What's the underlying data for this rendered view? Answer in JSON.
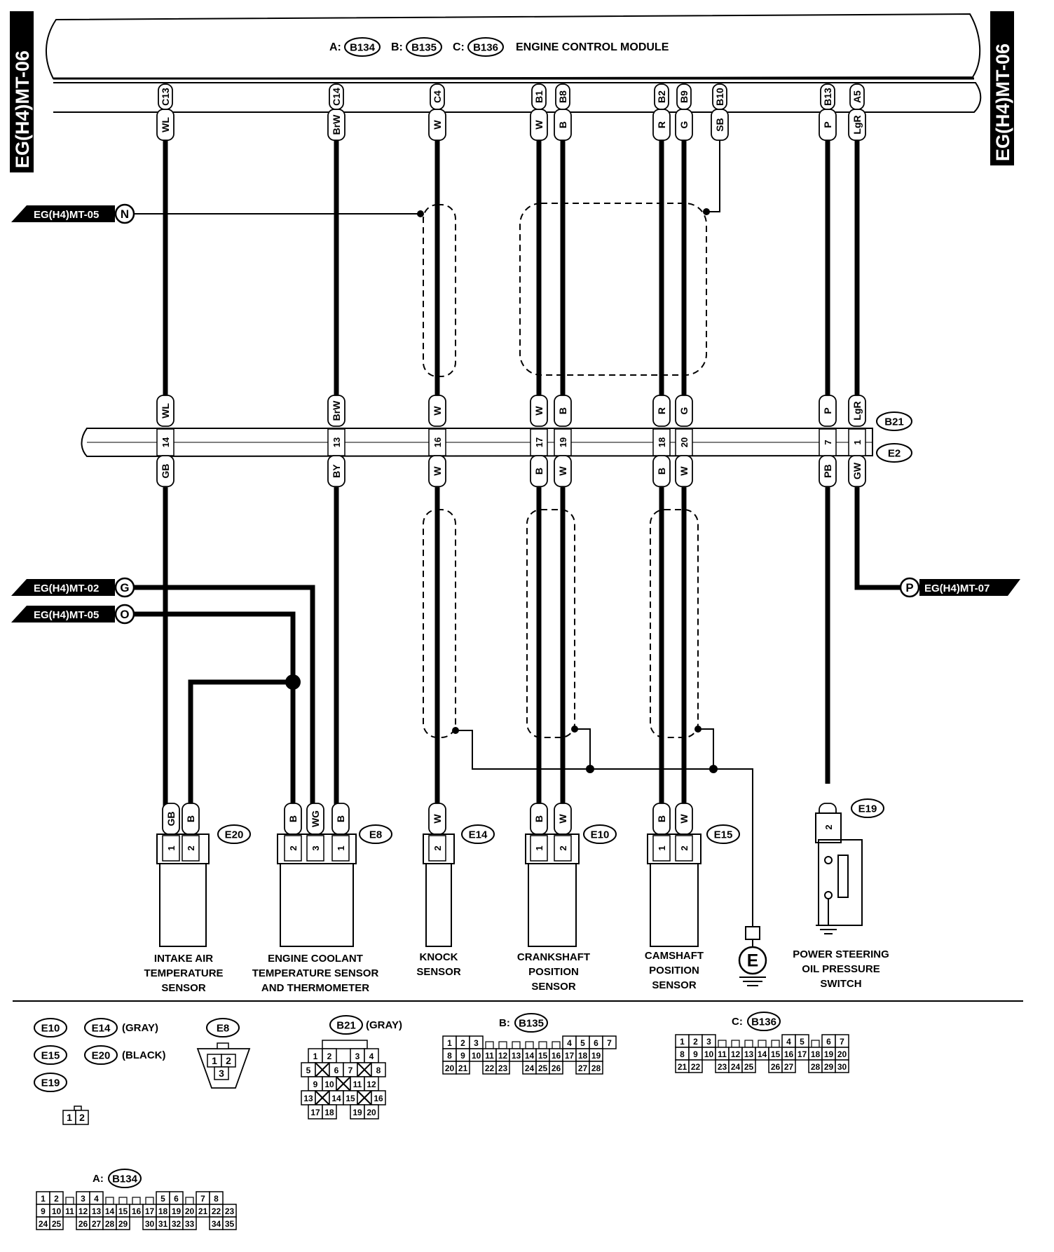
{
  "page_ids": {
    "left": "EG(H4)MT-06",
    "right": "EG(H4)MT-06"
  },
  "ecm": {
    "label": "ENGINE CONTROL MODULE",
    "connectors": [
      {
        "prefix": "A:",
        "id": "B134"
      },
      {
        "prefix": "B:",
        "id": "B135"
      },
      {
        "prefix": "C:",
        "id": "B136"
      }
    ]
  },
  "ecm_pins": [
    "C13",
    "C14",
    "C4",
    "B1",
    "B8",
    "B2",
    "B9",
    "B10",
    "B13",
    "A5"
  ],
  "upper_wire_colors": [
    "WL",
    "BrW",
    "W",
    "W",
    "B",
    "R",
    "G",
    "SB",
    "P",
    "LgR"
  ],
  "mid_upper_colors": [
    "WL",
    "BrW",
    "W",
    "W",
    "B",
    "R",
    "G",
    "P",
    "LgR"
  ],
  "mid_pins": [
    "14",
    "13",
    "16",
    "17",
    "19",
    "18",
    "20",
    "7",
    "1"
  ],
  "mid_lower_colors": [
    "GB",
    "BY",
    "W",
    "B",
    "W",
    "B",
    "W",
    "PB",
    "GW"
  ],
  "mid_connectors": [
    "B21",
    "E2"
  ],
  "page_refs": [
    {
      "text": "EG(H4)MT-05",
      "symbol": "N"
    },
    {
      "text": "EG(H4)MT-02",
      "symbol": "G"
    },
    {
      "text": "EG(H4)MT-05",
      "symbol": "O"
    },
    {
      "text": "EG(H4)MT-07",
      "symbol": "P"
    }
  ],
  "components": [
    {
      "connector": "E20",
      "wires": [
        "GB",
        "B"
      ],
      "pins": [
        "1",
        "2"
      ],
      "name": [
        "INTAKE AIR",
        "TEMPERATURE",
        "SENSOR"
      ]
    },
    {
      "connector": "E8",
      "wires": [
        "B",
        "WG",
        "B"
      ],
      "pins": [
        "2",
        "3",
        "1"
      ],
      "name": [
        "ENGINE COOLANT",
        "TEMPERATURE SENSOR",
        "AND THERMOMETER"
      ]
    },
    {
      "connector": "E14",
      "wires": [
        "W"
      ],
      "pins": [
        "2"
      ],
      "name": [
        "KNOCK",
        "SENSOR"
      ]
    },
    {
      "connector": "E10",
      "wires": [
        "B",
        "W"
      ],
      "pins": [
        "1",
        "2"
      ],
      "name": [
        "CRANKSHAFT",
        "POSITION",
        "SENSOR"
      ]
    },
    {
      "connector": "E15",
      "wires": [
        "B",
        "W"
      ],
      "pins": [
        "1",
        "2"
      ],
      "name": [
        "CAMSHAFT",
        "POSITION",
        "SENSOR"
      ]
    },
    {
      "connector": "E19",
      "wires": [
        "PB"
      ],
      "pins": [
        "2"
      ],
      "name": [
        "POWER STEERING",
        "OIL PRESSURE",
        "SWITCH"
      ]
    }
  ],
  "ground_symbol": "E",
  "legend": {
    "small_conn": {
      "ids": [
        "E10",
        "E14",
        "E15",
        "E20",
        "E19"
      ],
      "notes": {
        "E14": "(GRAY)",
        "E20": "(BLACK)"
      },
      "pins": [
        "1",
        "2"
      ]
    },
    "e8": {
      "id": "E8",
      "pins": [
        "1",
        "2",
        "3"
      ]
    },
    "b21": {
      "id": "B21",
      "note": "(GRAY)",
      "pins": [
        "1",
        "2",
        "3",
        "4",
        "5",
        "6",
        "7",
        "8",
        "9",
        "10",
        "11",
        "12",
        "13",
        "14",
        "15",
        "16",
        "17",
        "18",
        "19",
        "20"
      ]
    },
    "b135": {
      "prefix": "B:",
      "id": "B135",
      "rows": [
        [
          "1",
          "2",
          "3",
          "",
          "",
          "",
          "",
          "",
          "",
          "4",
          "5",
          "6",
          "7"
        ],
        [
          "8",
          "9",
          "10",
          "11",
          "12",
          "13",
          "14",
          "15",
          "16",
          "17",
          "18",
          "19"
        ],
        [
          "20",
          "21",
          "",
          "22",
          "23",
          "",
          "24",
          "25",
          "26",
          "",
          "27",
          "28"
        ]
      ]
    },
    "b136": {
      "prefix": "C:",
      "id": "B136",
      "rows": [
        [
          "1",
          "2",
          "3",
          "",
          "",
          "",
          "",
          "",
          "4",
          "5",
          "",
          "6",
          "7"
        ],
        [
          "8",
          "9",
          "10",
          "11",
          "12",
          "13",
          "14",
          "15",
          "16",
          "17",
          "18",
          "19",
          "20"
        ],
        [
          "21",
          "22",
          "",
          "23",
          "24",
          "25",
          "",
          "26",
          "27",
          "",
          "28",
          "29",
          "30"
        ]
      ]
    },
    "b134": {
      "prefix": "A:",
      "id": "B134",
      "rows": [
        [
          "1",
          "2",
          "",
          "3",
          "4",
          "",
          "",
          "",
          "",
          "5",
          "6",
          "",
          "7",
          "8"
        ],
        [
          "9",
          "10",
          "11",
          "12",
          "13",
          "14",
          "15",
          "16",
          "17",
          "18",
          "19",
          "20",
          "21",
          "22",
          "23"
        ],
        [
          "24",
          "25",
          "",
          "26",
          "27",
          "28",
          "29",
          "",
          "30",
          "31",
          "32",
          "33",
          "",
          "34",
          "35"
        ]
      ]
    }
  }
}
